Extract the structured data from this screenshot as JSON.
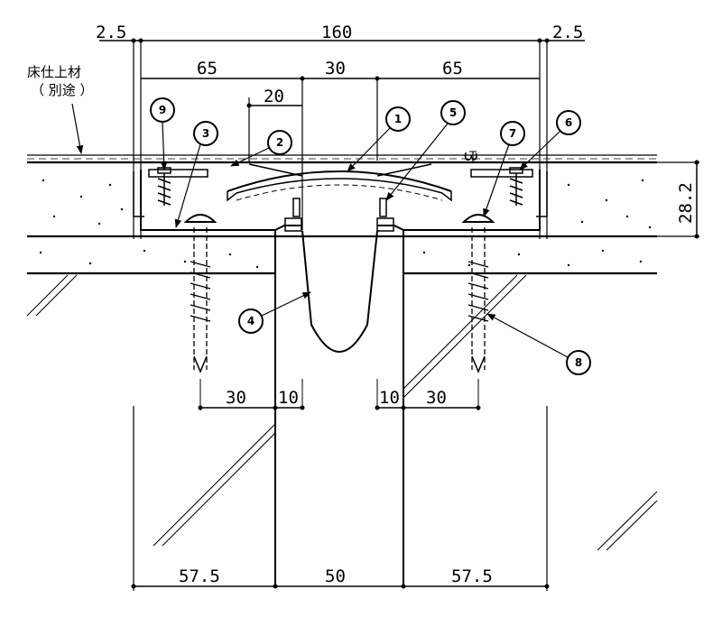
{
  "drawing": {
    "floor_finish_note": [
      "床仕上材",
      "（ 別途 ）"
    ],
    "dimensions": {
      "top_margin_left": "2.5",
      "top_total": "160",
      "top_margin_right": "2.5",
      "left_cover": "65",
      "center_gap": "30",
      "right_cover": "65",
      "anchor_offset_left": "20",
      "side_height": "28.2",
      "center_rise": "3",
      "left_anchor_spacing": "30",
      "left_edge_gap": "10",
      "right_edge_gap": "10",
      "right_anchor_spacing": "30",
      "bottom_left": "57.5",
      "bottom_center": "50",
      "bottom_right": "57.5"
    },
    "callouts": [
      "1",
      "2",
      "3",
      "4",
      "5",
      "6",
      "7",
      "8",
      "9"
    ]
  }
}
